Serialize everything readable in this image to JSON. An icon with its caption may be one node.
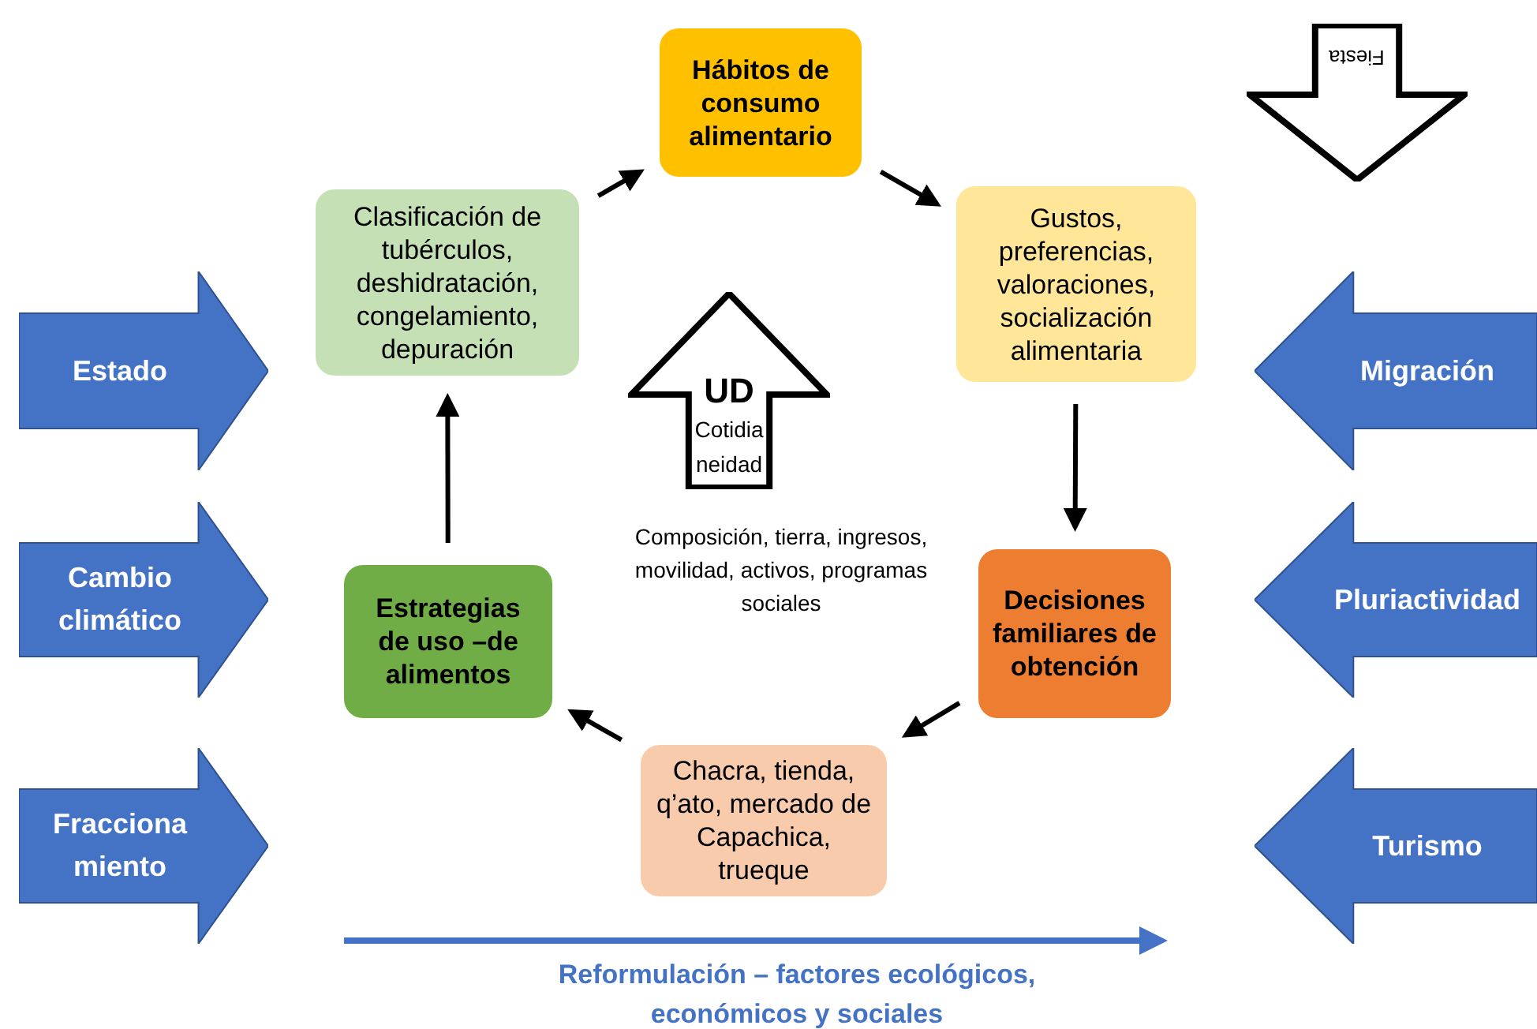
{
  "diagram": {
    "nodes": [
      {
        "text": [
          "Hábitos de consumo alimentario"
        ]
      },
      {
        "text": [
          "Gustos, preferencias, valoraciones, socialización alimentaria"
        ]
      },
      {
        "text": [
          "Decisiones familiares de obtención"
        ]
      },
      {
        "text": [
          "Chacra, tienda, q’ato, mercado de Capachica, trueque"
        ]
      },
      {
        "text": [
          "Estrategias de uso –de alimentos"
        ]
      },
      {
        "text": [
          "Clasificación de tubérculos, deshidratación, congelamiento, depuración"
        ]
      },
      {
        "text": [
          "UD",
          "Cotidia neidad"
        ]
      },
      {
        "text": [
          "Fiesta"
        ]
      },
      {
        "text": [
          "Estado"
        ]
      },
      {
        "text": [
          "Cambio climático"
        ]
      },
      {
        "text": [
          "Fracciona miento"
        ]
      },
      {
        "text": [
          "Migración"
        ]
      },
      {
        "text": [
          "Pluriactividad"
        ]
      },
      {
        "text": [
          "Turismo"
        ]
      }
    ],
    "edges": [
      {
        "from": 0,
        "to": 1,
        "arrow": "to"
      },
      {
        "from": 1,
        "to": 2,
        "arrow": "to"
      },
      {
        "from": 2,
        "to": 3,
        "arrow": "to"
      },
      {
        "from": 3,
        "to": 4,
        "arrow": "to"
      },
      {
        "from": 4,
        "to": 5,
        "arrow": "to"
      },
      {
        "from": 5,
        "to": 0,
        "arrow": "to"
      }
    ],
    "labels": [
      "Composición, tierra, ingresos, movilidad, activos, programas sociales",
      "Reformulación – factores ecológicos, económicos y sociales"
    ]
  }
}
